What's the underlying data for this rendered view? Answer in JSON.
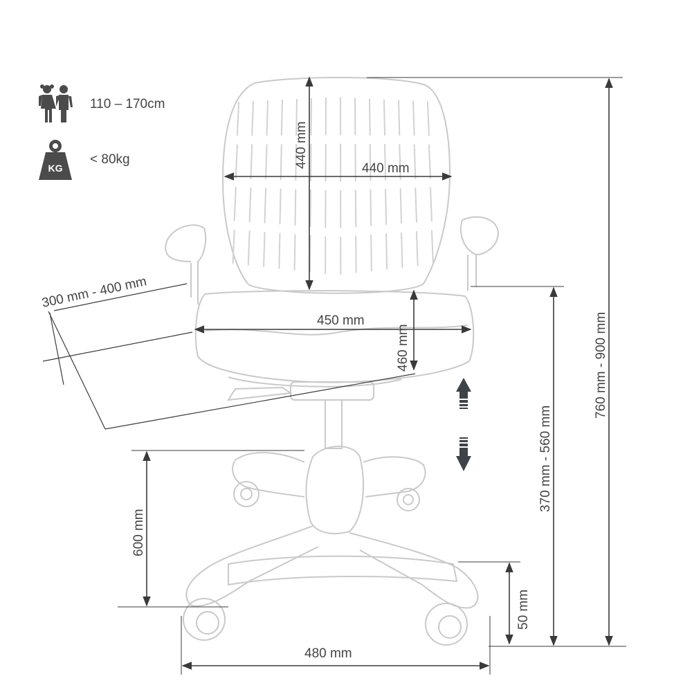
{
  "specs": [
    {
      "icon": "children-icon",
      "label": "110 – 170cm"
    },
    {
      "icon": "weight-kg-icon",
      "label": "< 80kg",
      "icon_text": "KG"
    }
  ],
  "dimensions": {
    "backrest_height": "440 mm",
    "backrest_width": "440 mm",
    "seat_depth": "300 mm - 400 mm",
    "seat_width": "450 mm",
    "seat_height_range": "460 mm",
    "total_height": "760 mm - 900 mm",
    "seat_floor_height": "370 mm - 560 mm",
    "base_height": "600 mm",
    "footrest_height": "50 mm",
    "base_width": "480 mm"
  },
  "colors": {
    "line": "#3a3a3a",
    "sketch": "#c9c9c9",
    "icon": "#4b4b4b"
  }
}
